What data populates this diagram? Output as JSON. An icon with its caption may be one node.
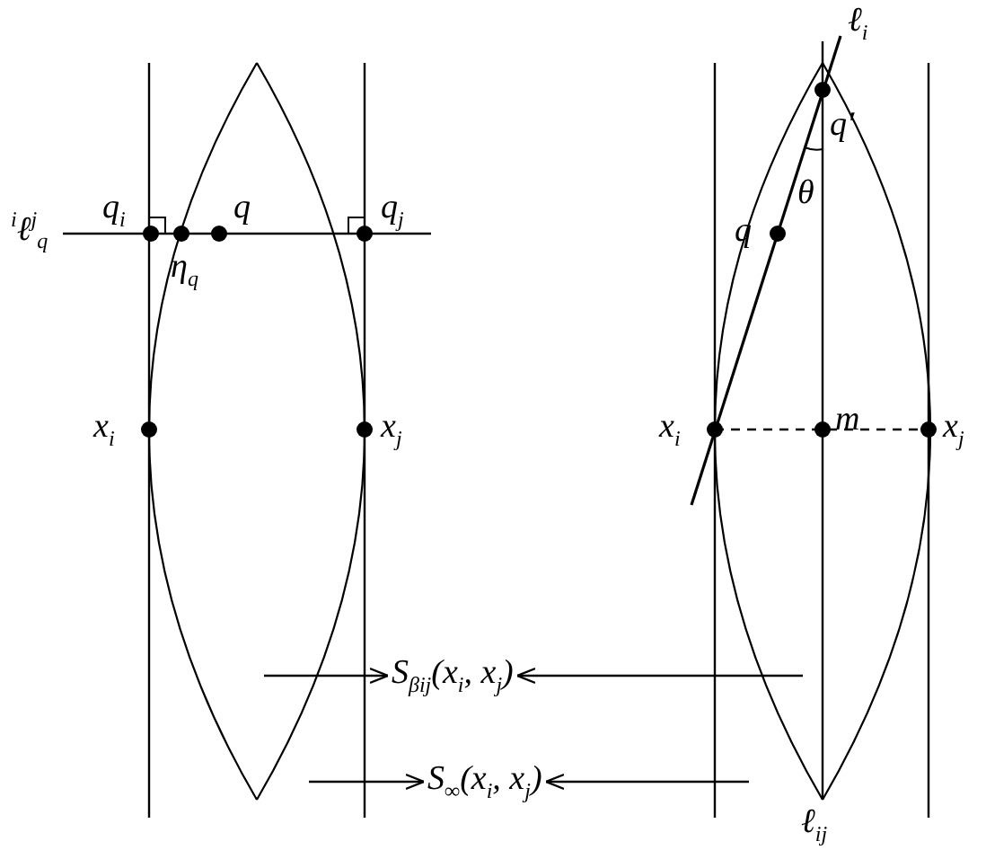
{
  "diagram": {
    "nodes": [
      {
        "text": [
          "S$_{βij}$(x$_{i}$, x$_{j}$)"
        ]
      },
      {
        "text": [
          "S$_{∞}$(x$_{i}$, x$_{j}$)"
        ]
      }
    ],
    "edges": [
      {
        "from": null,
        "to": 0,
        "arrow": "to"
      },
      {
        "from": null,
        "to": 0,
        "arrow": "to"
      },
      {
        "from": null,
        "to": 1,
        "arrow": "to"
      },
      {
        "from": null,
        "to": 1,
        "arrow": "to"
      }
    ],
    "labels": [
      "ℓ$_{i}$",
      "q′",
      "θ",
      "q$_{i}$",
      "q",
      "q$_{j}$",
      "$^{i}$ℓ$^{j}$$_{q}$",
      "η$_{q}$",
      "q",
      "x$_{i}$",
      "x$_{j}$",
      "x$_{i}$",
      "m",
      "x$_{j}$",
      "ℓ$_{ij}$"
    ]
  }
}
